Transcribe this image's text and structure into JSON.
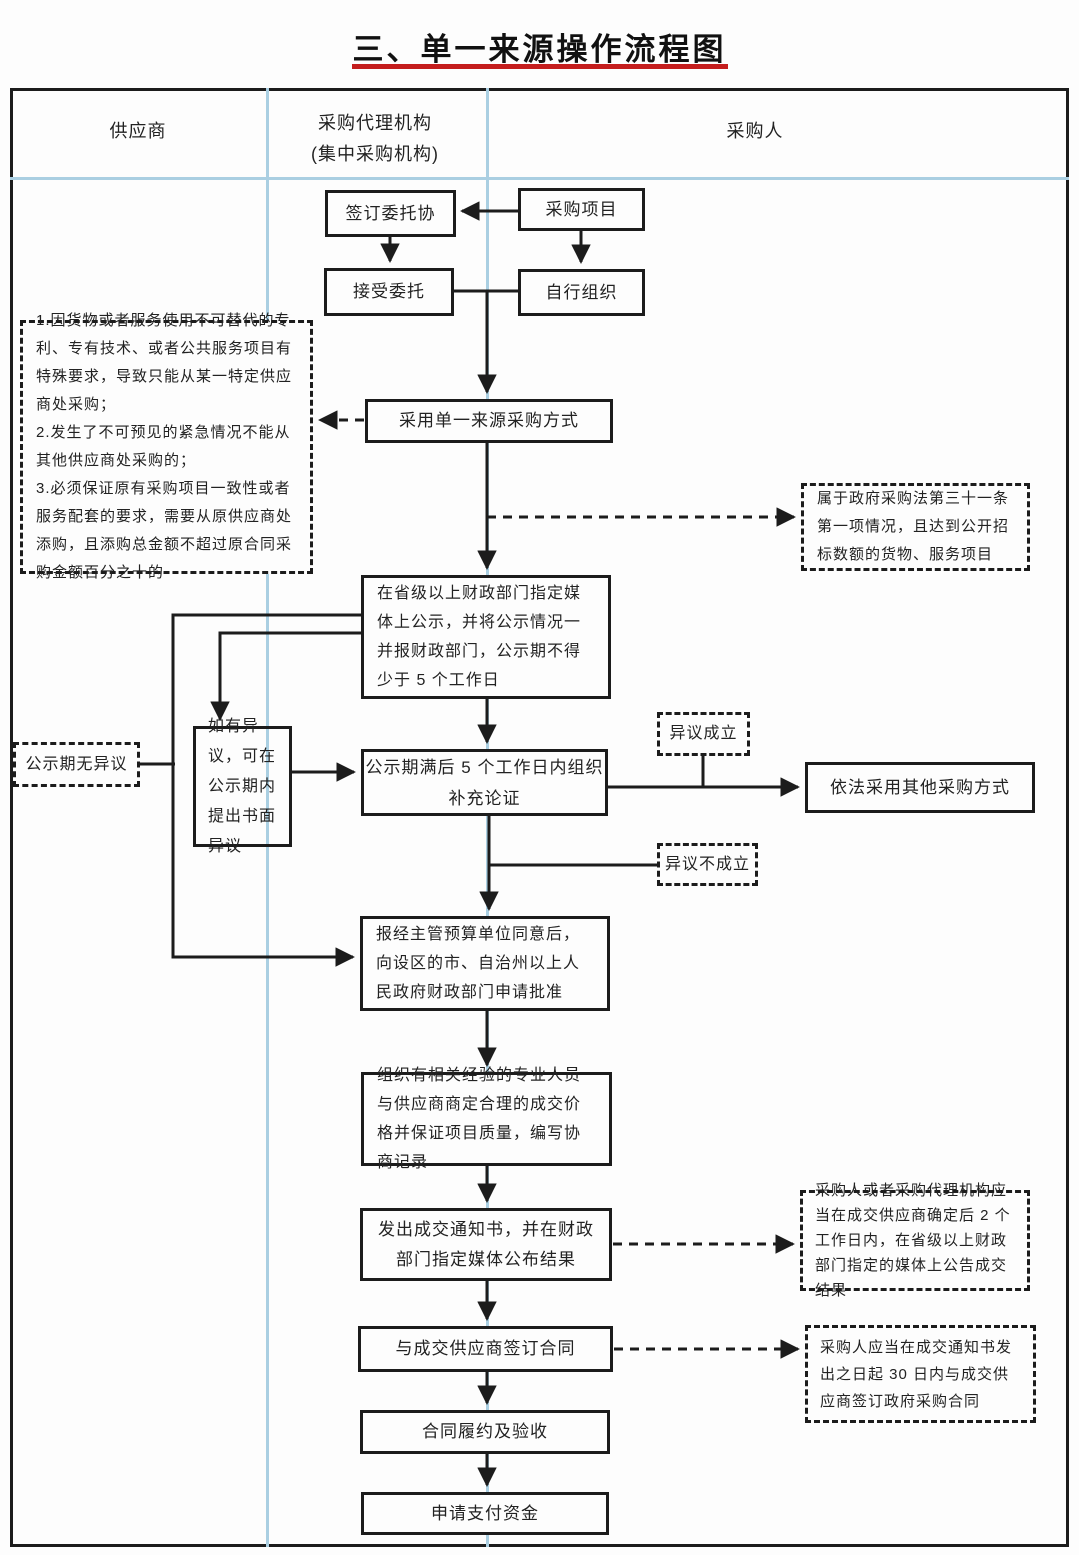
{
  "title": "三、单一来源操作流程图",
  "columns": {
    "supplier": "供应商",
    "agency_line1": "采购代理机构",
    "agency_line2": "(集中采购机构)",
    "purchaser": "采购人"
  },
  "nodes": {
    "sign_agreement": "签订委托协",
    "procurement_project": "采购项目",
    "accept_entrustment": "接受委托",
    "self_organize": "自行组织",
    "single_source_method": "采用单一来源采购方式",
    "publicity": "在省级以上财政部门指定媒体上公示，并将公示情况一并报财政部门，公示期不得少于 5 个工作日",
    "objection": "如有异议，可在公示期内提出书面异议",
    "supplement": "公示期满后 5 个工作日内组织补充论证",
    "other_method": "依法采用其他采购方式",
    "approval": "报经主管预算单位同意后，向设区的市、自治州以上人民政府财政部门申请批准",
    "organize": "组织有相关经验的专业人员与供应商商定合理的成交价格并保证项目质量，编写协商记录",
    "notice": "发出成交通知书，并在财政部门指定媒体公布结果",
    "sign_contract": "与成交供应商签订合同",
    "performance": "合同履约及验收",
    "payment": "申请支付资金"
  },
  "annotations": {
    "conditions": "1.因货物或者服务使用不可替代的专利、专有技术、或者公共服务项目有特殊要求，导致只能从某一特定供应商处采购；\n2.发生了不可预见的紧急情况不能从其他供应商处采购的；\n3.必须保证原有采购项目一致性或者服务配套的要求，需要从原供应商处添购，且添购总金额不超过原合同采购金额百分之十的",
    "law_scope": "属于政府采购法第三十一条第一项情况，且达到公开招标数额的货物、服务项目",
    "no_objection": "公示期无异议",
    "objection_valid": "异议成立",
    "objection_invalid": "异议不成立",
    "announce_result": "采购人或者采购代理机构应当在成交供应商确定后 2 个工作日内，在省级以上财政部门指定的媒体上公告成交结果",
    "sign_deadline": "采购人应当在成交通知书发出之日起 30 日内与成交供应商签订政府采购合同"
  },
  "colors": {
    "accent_red": "#c41d1d",
    "column_line_blue": "#aacfe2",
    "line_black": "#1c1c1c"
  }
}
